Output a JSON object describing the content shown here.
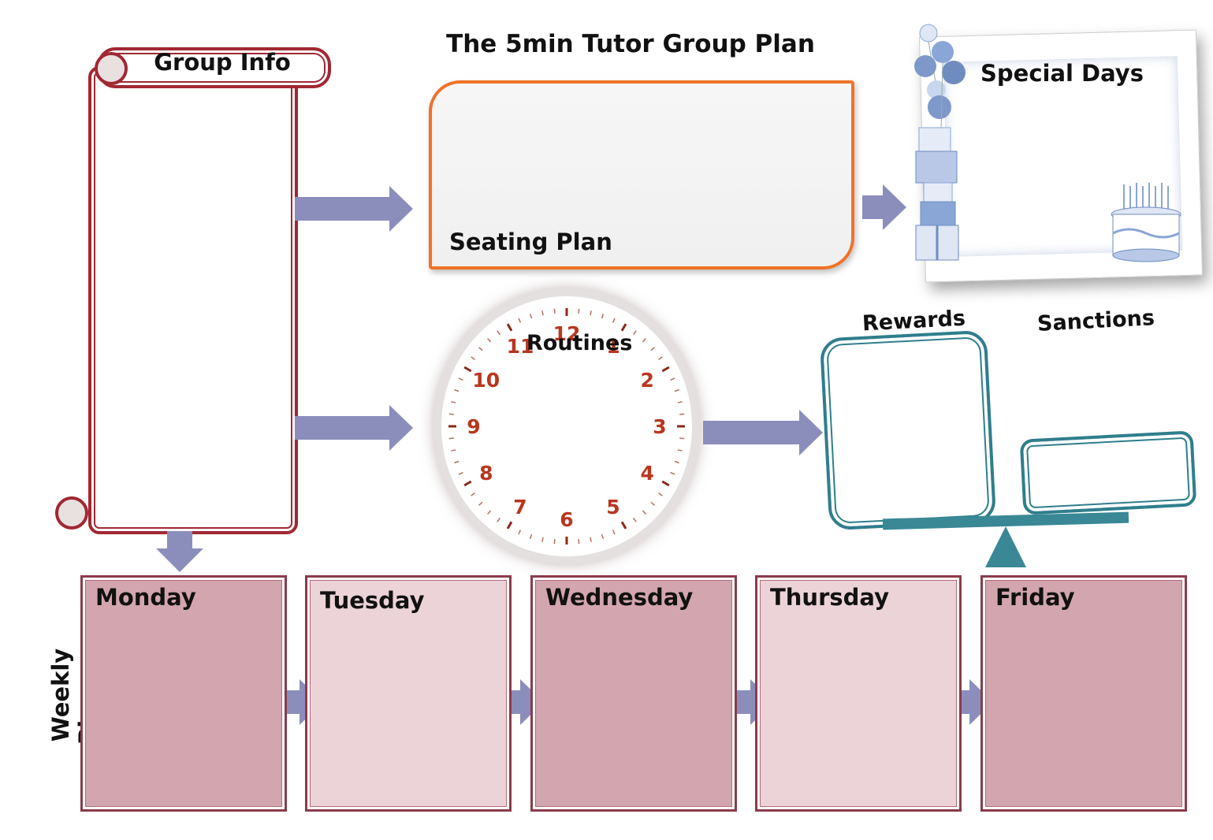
{
  "title": "The 5min Tutor Group Plan",
  "group_info": {
    "label": "Group Info"
  },
  "seating_plan": {
    "label": "Seating Plan"
  },
  "special_days": {
    "label": "Special Days"
  },
  "routines": {
    "label": "Routines",
    "clock_numbers": [
      "12",
      "1",
      "2",
      "3",
      "4",
      "5",
      "6",
      "7",
      "8",
      "9",
      "10",
      "11"
    ]
  },
  "behaviour": {
    "rewards_label": "Rewards",
    "sanctions_label": "Sanctions"
  },
  "weekly_planner": {
    "label": "Weekly Planner",
    "days": [
      "Monday",
      "Tuesday",
      "Wednesday",
      "Thursday",
      "Friday"
    ]
  },
  "colors": {
    "arrow": "#8b8ebb",
    "scroll": "#a02833",
    "seating_border": "#ef7328",
    "clock_numbers": "#b8361f",
    "balance": "#2f7e8c",
    "day_dark": "#d3a5ae",
    "day_light": "#ebd3d8",
    "balloon": "#8aa6d6"
  }
}
